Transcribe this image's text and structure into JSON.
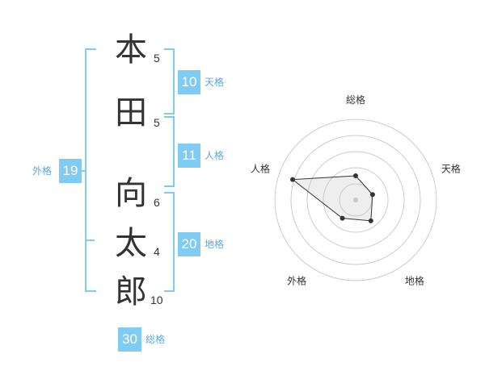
{
  "name": {
    "chars": [
      {
        "char": "本",
        "strokes": "5"
      },
      {
        "char": "田",
        "strokes": "5"
      },
      {
        "char": "向",
        "strokes": "6"
      },
      {
        "char": "太",
        "strokes": "4"
      },
      {
        "char": "郎",
        "strokes": "10"
      }
    ]
  },
  "kaku": {
    "tenkaku": {
      "value": "10",
      "label": "天格"
    },
    "jinkaku": {
      "value": "11",
      "label": "人格"
    },
    "chikaku": {
      "value": "20",
      "label": "地格"
    },
    "gaikaku": {
      "value": "19",
      "label": "外格"
    },
    "soukaku": {
      "value": "30",
      "label": "総格"
    }
  },
  "colors": {
    "accent": "#7fcbf3",
    "label": "#5aa9dc",
    "text": "#333333",
    "grid": "#cccccc"
  },
  "chart_data": {
    "type": "radar",
    "axes": [
      "総格",
      "天格",
      "地格",
      "外格",
      "人格"
    ],
    "levels": 5,
    "scale": [
      0,
      5
    ],
    "values": [
      1.5,
      1.1,
      1.6,
      1.4,
      4.1
    ]
  }
}
